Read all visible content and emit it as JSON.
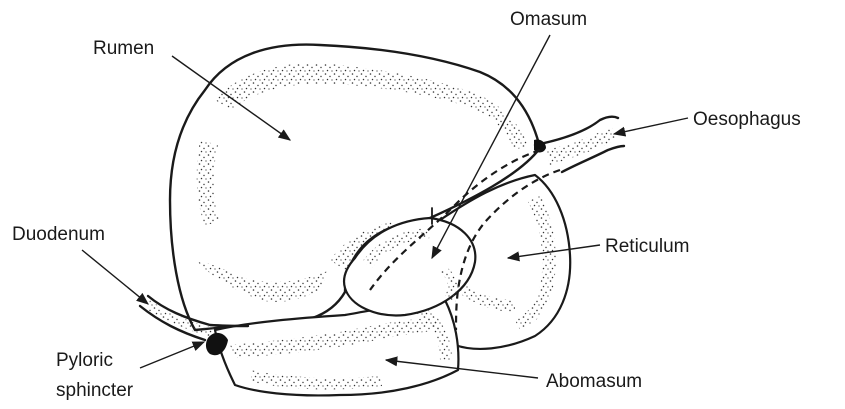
{
  "labels": {
    "rumen": "Rumen",
    "omasum": "Omasum",
    "oesophagus": "Oesophagus",
    "duodenum": "Duodenum",
    "reticulum": "Reticulum",
    "pyloric_line1": "Pyloric",
    "pyloric_line2": "sphincter",
    "abomasum": "Abomasum"
  }
}
